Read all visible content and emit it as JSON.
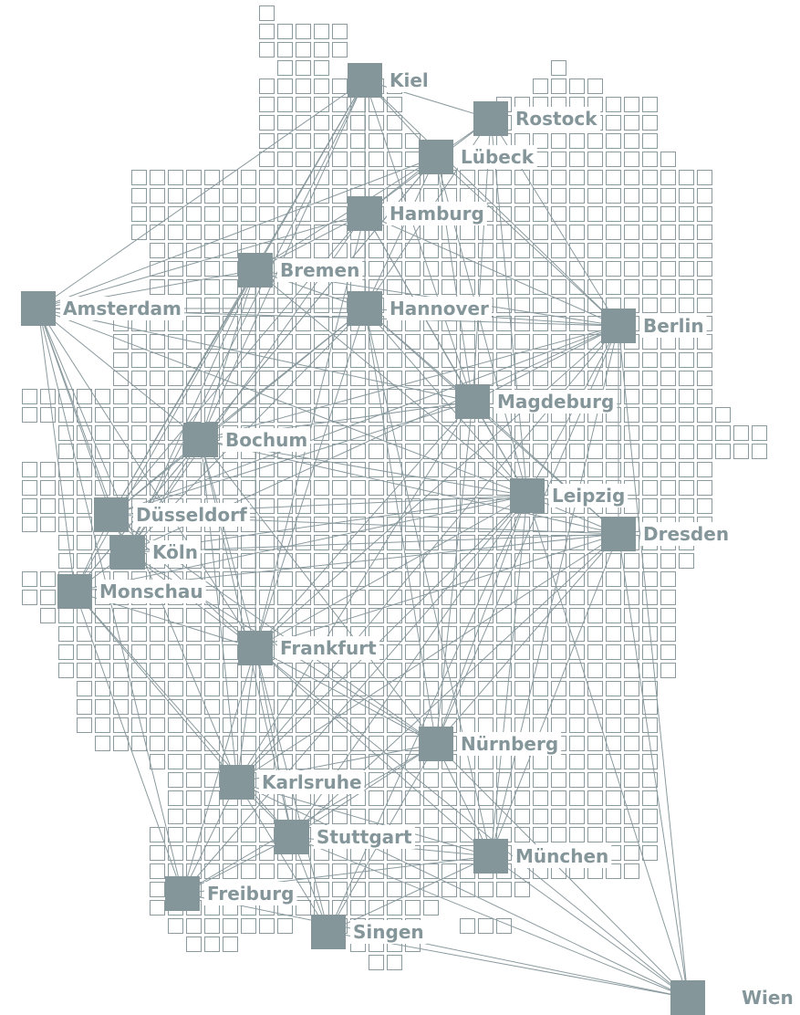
{
  "map": {
    "colors": {
      "line": "#8a9a9e",
      "node": "#85969a",
      "background": "#ffffff"
    },
    "cities": [
      {
        "id": "kiel",
        "name": "Kiel"
      },
      {
        "id": "rostock",
        "name": "Rostock"
      },
      {
        "id": "luebeck",
        "name": "Lübeck"
      },
      {
        "id": "hamburg",
        "name": "Hamburg"
      },
      {
        "id": "bremen",
        "name": "Bremen"
      },
      {
        "id": "amsterdam",
        "name": "Amsterdam"
      },
      {
        "id": "hannover",
        "name": "Hannover"
      },
      {
        "id": "berlin",
        "name": "Berlin"
      },
      {
        "id": "magdeburg",
        "name": "Magdeburg"
      },
      {
        "id": "bochum",
        "name": "Bochum"
      },
      {
        "id": "leipzig",
        "name": "Leipzig"
      },
      {
        "id": "duesseldorf",
        "name": "Düsseldorf"
      },
      {
        "id": "dresden",
        "name": "Dresden"
      },
      {
        "id": "koeln",
        "name": "Köln"
      },
      {
        "id": "monschau",
        "name": "Monschau"
      },
      {
        "id": "frankfurt",
        "name": "Frankfurt"
      },
      {
        "id": "nuernberg",
        "name": "Nürnberg"
      },
      {
        "id": "karlsruhe",
        "name": "Karlsruhe"
      },
      {
        "id": "stuttgart",
        "name": "Stuttgart"
      },
      {
        "id": "muenchen",
        "name": "München"
      },
      {
        "id": "freiburg",
        "name": "Freiburg"
      },
      {
        "id": "singen",
        "name": "Singen"
      },
      {
        "id": "wien",
        "name": "Wien"
      }
    ],
    "connections": [
      [
        "kiel",
        "rostock"
      ],
      [
        "kiel",
        "luebeck"
      ],
      [
        "kiel",
        "hamburg"
      ],
      [
        "kiel",
        "bremen"
      ],
      [
        "kiel",
        "amsterdam"
      ],
      [
        "kiel",
        "hannover"
      ],
      [
        "kiel",
        "berlin"
      ],
      [
        "kiel",
        "bochum"
      ],
      [
        "kiel",
        "duesseldorf"
      ],
      [
        "kiel",
        "magdeburg"
      ],
      [
        "kiel",
        "koeln"
      ],
      [
        "rostock",
        "luebeck"
      ],
      [
        "rostock",
        "hamburg"
      ],
      [
        "rostock",
        "berlin"
      ],
      [
        "rostock",
        "magdeburg"
      ],
      [
        "rostock",
        "hannover"
      ],
      [
        "rostock",
        "leipzig"
      ],
      [
        "luebeck",
        "hamburg"
      ],
      [
        "luebeck",
        "berlin"
      ],
      [
        "luebeck",
        "magdeburg"
      ],
      [
        "luebeck",
        "hannover"
      ],
      [
        "luebeck",
        "amsterdam"
      ],
      [
        "luebeck",
        "bremen"
      ],
      [
        "luebeck",
        "bochum"
      ],
      [
        "luebeck",
        "leipzig"
      ],
      [
        "luebeck",
        "monschau"
      ],
      [
        "hamburg",
        "bremen"
      ],
      [
        "hamburg",
        "amsterdam"
      ],
      [
        "hamburg",
        "hannover"
      ],
      [
        "hamburg",
        "berlin"
      ],
      [
        "hamburg",
        "magdeburg"
      ],
      [
        "hamburg",
        "leipzig"
      ],
      [
        "hamburg",
        "duesseldorf"
      ],
      [
        "hamburg",
        "frankfurt"
      ],
      [
        "hamburg",
        "koeln"
      ],
      [
        "bremen",
        "amsterdam"
      ],
      [
        "bremen",
        "hannover"
      ],
      [
        "bremen",
        "berlin"
      ],
      [
        "bremen",
        "bochum"
      ],
      [
        "bremen",
        "duesseldorf"
      ],
      [
        "bremen",
        "leipzig"
      ],
      [
        "bremen",
        "frankfurt"
      ],
      [
        "bremen",
        "koeln"
      ],
      [
        "bremen",
        "monschau"
      ],
      [
        "amsterdam",
        "hannover"
      ],
      [
        "amsterdam",
        "berlin"
      ],
      [
        "amsterdam",
        "magdeburg"
      ],
      [
        "amsterdam",
        "leipzig"
      ],
      [
        "amsterdam",
        "bochum"
      ],
      [
        "amsterdam",
        "duesseldorf"
      ],
      [
        "amsterdam",
        "frankfurt"
      ],
      [
        "amsterdam",
        "monschau"
      ],
      [
        "amsterdam",
        "koeln"
      ],
      [
        "amsterdam",
        "karlsruhe"
      ],
      [
        "amsterdam",
        "freiburg"
      ],
      [
        "hannover",
        "berlin"
      ],
      [
        "hannover",
        "magdeburg"
      ],
      [
        "hannover",
        "leipzig"
      ],
      [
        "hannover",
        "dresden"
      ],
      [
        "hannover",
        "frankfurt"
      ],
      [
        "hannover",
        "nuernberg"
      ],
      [
        "hannover",
        "bochum"
      ],
      [
        "hannover",
        "duesseldorf"
      ],
      [
        "hannover",
        "koeln"
      ],
      [
        "hannover",
        "muenchen"
      ],
      [
        "berlin",
        "magdeburg"
      ],
      [
        "berlin",
        "leipzig"
      ],
      [
        "berlin",
        "dresden"
      ],
      [
        "berlin",
        "frankfurt"
      ],
      [
        "berlin",
        "nuernberg"
      ],
      [
        "berlin",
        "muenchen"
      ],
      [
        "berlin",
        "wien"
      ],
      [
        "berlin",
        "bochum"
      ],
      [
        "berlin",
        "duesseldorf"
      ],
      [
        "berlin",
        "koeln"
      ],
      [
        "berlin",
        "karlsruhe"
      ],
      [
        "magdeburg",
        "leipzig"
      ],
      [
        "magdeburg",
        "dresden"
      ],
      [
        "magdeburg",
        "frankfurt"
      ],
      [
        "magdeburg",
        "bochum"
      ],
      [
        "magdeburg",
        "duesseldorf"
      ],
      [
        "magdeburg",
        "nuernberg"
      ],
      [
        "magdeburg",
        "karlsruhe"
      ],
      [
        "bochum",
        "leipzig"
      ],
      [
        "bochum",
        "dresden"
      ],
      [
        "bochum",
        "frankfurt"
      ],
      [
        "bochum",
        "duesseldorf"
      ],
      [
        "bochum",
        "koeln"
      ],
      [
        "bochum",
        "monschau"
      ],
      [
        "bochum",
        "karlsruhe"
      ],
      [
        "bochum",
        "nuernberg"
      ],
      [
        "bochum",
        "stuttgart"
      ],
      [
        "leipzig",
        "dresden"
      ],
      [
        "leipzig",
        "frankfurt"
      ],
      [
        "leipzig",
        "nuernberg"
      ],
      [
        "leipzig",
        "muenchen"
      ],
      [
        "leipzig",
        "karlsruhe"
      ],
      [
        "leipzig",
        "stuttgart"
      ],
      [
        "leipzig",
        "duesseldorf"
      ],
      [
        "leipzig",
        "koeln"
      ],
      [
        "leipzig",
        "monschau"
      ],
      [
        "leipzig",
        "wien"
      ],
      [
        "leipzig",
        "singen"
      ],
      [
        "leipzig",
        "freiburg"
      ],
      [
        "duesseldorf",
        "koeln"
      ],
      [
        "duesseldorf",
        "monschau"
      ],
      [
        "duesseldorf",
        "frankfurt"
      ],
      [
        "duesseldorf",
        "nuernberg"
      ],
      [
        "duesseldorf",
        "dresden"
      ],
      [
        "dresden",
        "nuernberg"
      ],
      [
        "dresden",
        "muenchen"
      ],
      [
        "dresden",
        "wien"
      ],
      [
        "dresden",
        "frankfurt"
      ],
      [
        "dresden",
        "koeln"
      ],
      [
        "dresden",
        "stuttgart"
      ],
      [
        "dresden",
        "karlsruhe"
      ],
      [
        "dresden",
        "monschau"
      ],
      [
        "koeln",
        "frankfurt"
      ],
      [
        "koeln",
        "monschau"
      ],
      [
        "koeln",
        "nuernberg"
      ],
      [
        "monschau",
        "frankfurt"
      ],
      [
        "monschau",
        "karlsruhe"
      ],
      [
        "monschau",
        "freiburg"
      ],
      [
        "monschau",
        "stuttgart"
      ],
      [
        "frankfurt",
        "nuernberg"
      ],
      [
        "frankfurt",
        "karlsruhe"
      ],
      [
        "frankfurt",
        "stuttgart"
      ],
      [
        "frankfurt",
        "muenchen"
      ],
      [
        "frankfurt",
        "freiburg"
      ],
      [
        "frankfurt",
        "singen"
      ],
      [
        "frankfurt",
        "wien"
      ],
      [
        "nuernberg",
        "karlsruhe"
      ],
      [
        "nuernberg",
        "stuttgart"
      ],
      [
        "nuernberg",
        "muenchen"
      ],
      [
        "nuernberg",
        "freiburg"
      ],
      [
        "nuernberg",
        "wien"
      ],
      [
        "nuernberg",
        "singen"
      ],
      [
        "karlsruhe",
        "stuttgart"
      ],
      [
        "karlsruhe",
        "freiburg"
      ],
      [
        "karlsruhe",
        "muenchen"
      ],
      [
        "karlsruhe",
        "wien"
      ],
      [
        "karlsruhe",
        "singen"
      ],
      [
        "stuttgart",
        "muenchen"
      ],
      [
        "stuttgart",
        "freiburg"
      ],
      [
        "stuttgart",
        "singen"
      ],
      [
        "stuttgart",
        "wien"
      ],
      [
        "muenchen",
        "singen"
      ],
      [
        "muenchen",
        "wien"
      ],
      [
        "muenchen",
        "freiburg"
      ],
      [
        "singen",
        "wien"
      ],
      [
        "freiburg",
        "wien"
      ]
    ]
  }
}
